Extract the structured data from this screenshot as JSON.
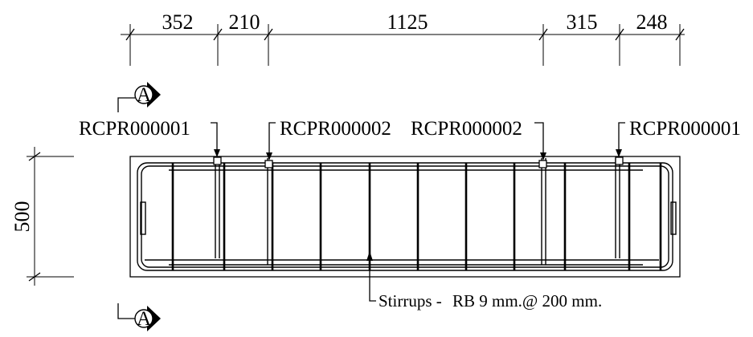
{
  "dimensions": {
    "top": [
      "352",
      "210",
      "1125",
      "315",
      "248"
    ],
    "height": "500"
  },
  "section_marker": {
    "label": "A"
  },
  "couplers": [
    {
      "label": "RCPR000001"
    },
    {
      "label": "RCPR000002"
    },
    {
      "label": "RCPR000002"
    },
    {
      "label": "RCPR000001"
    }
  ],
  "stirrup_note": {
    "prefix": "Stirrups -",
    "text": "RB   9 mm.@ 200 mm."
  }
}
